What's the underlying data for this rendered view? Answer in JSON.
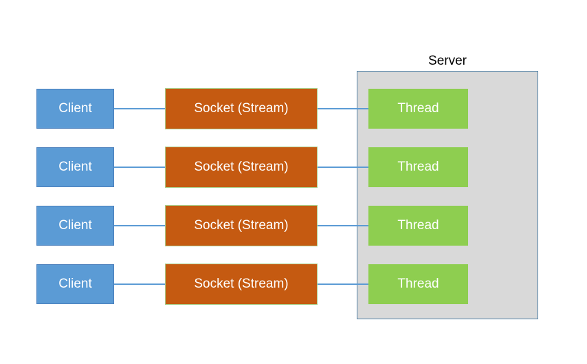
{
  "diagram": {
    "server": {
      "label": "Server"
    },
    "rows": [
      {
        "client_label": "Client",
        "socket_label": "Socket (Stream)",
        "thread_label": "Thread"
      },
      {
        "client_label": "Client",
        "socket_label": "Socket (Stream)",
        "thread_label": "Thread"
      },
      {
        "client_label": "Client",
        "socket_label": "Socket (Stream)",
        "thread_label": "Thread"
      },
      {
        "client_label": "Client",
        "socket_label": "Socket (Stream)",
        "thread_label": "Thread"
      }
    ],
    "colors": {
      "client_fill": "#5B9BD5",
      "client_border": "#4A7EBB",
      "socket_fill": "#C55A11",
      "socket_border": "#A9D18E",
      "thread_fill": "#8ECE50",
      "server_fill": "#D9D9D9",
      "server_border": "#4E7FA5",
      "connector": "#5B9BD5",
      "text_light": "#FFFFFF",
      "text_dark": "#000000"
    }
  }
}
